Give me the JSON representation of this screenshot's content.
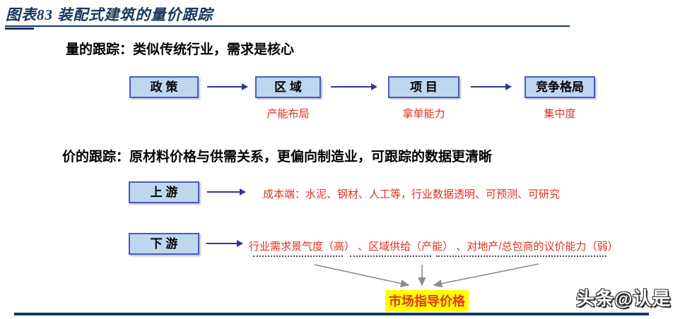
{
  "figure": {
    "title": "图表83 装配式建筑的量价跟踪",
    "watermark": "头条@认是"
  },
  "volume": {
    "heading": "量的跟踪：类似传统行业，需求是核心",
    "nodes": [
      {
        "label": "政 策",
        "note": ""
      },
      {
        "label": "区 域",
        "note": "产能布局"
      },
      {
        "label": "项 目",
        "note": "拿单能力"
      },
      {
        "label": "竞争格局",
        "note": "集中度"
      }
    ]
  },
  "price": {
    "heading": "价的跟踪：原材料价格与供需关系，更偏向制造业，可跟踪的数据更清晰",
    "upstream": {
      "label": "上 游",
      "desc": "成本端：水泥、钢材、人工等，行业数据透明、可预测、可研究"
    },
    "downstream": {
      "label": "下 游",
      "desc": "行业需求景气度（高） 、区域供给（产能） 、对地产/总包商的议价能力（弱）"
    },
    "result": "市场指导价格"
  },
  "colors": {
    "accent_navy": "#17375E",
    "box_fill": "#BDD7EE",
    "box_border": "#4C5BBE",
    "arrow_blue": "#2F3699",
    "red_text": "#E0301E",
    "highlight_yellow": "#FFFF00",
    "gray_arrow": "#8C8C8C"
  }
}
